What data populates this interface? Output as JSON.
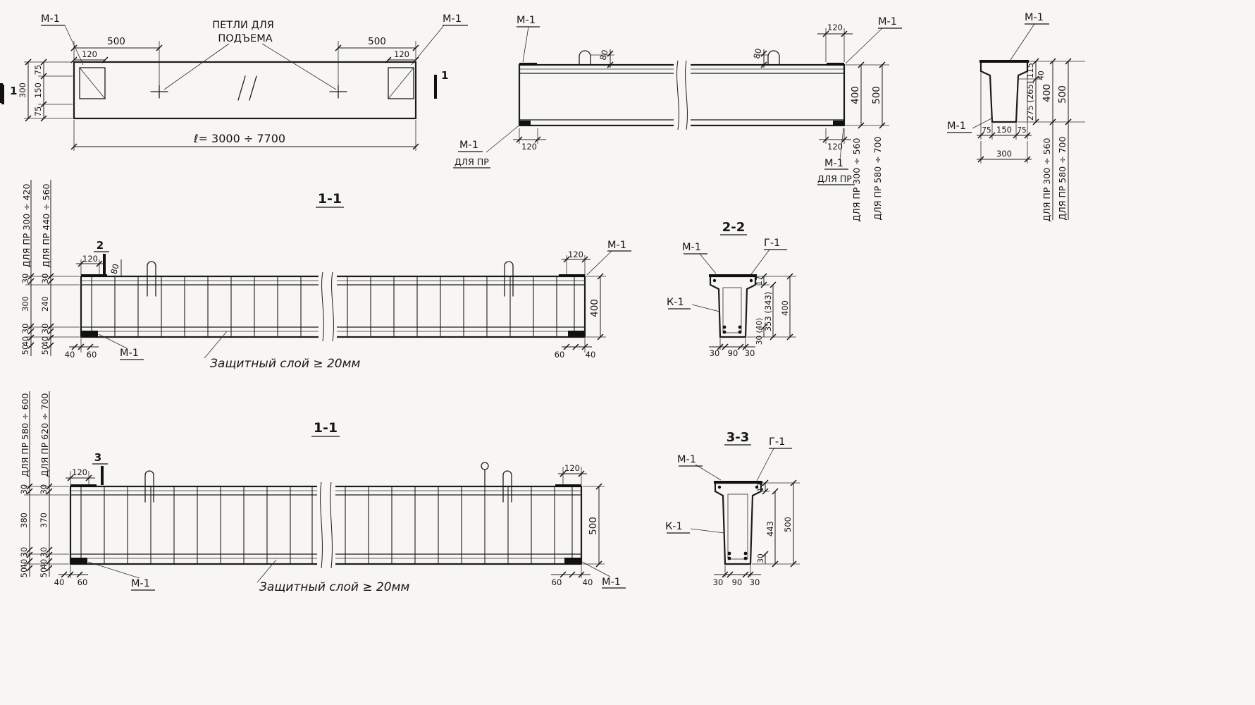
{
  "common": {
    "m1": "М-1",
    "g1": "Г-1",
    "k1": "К-1",
    "dlya_pr": "ДЛЯ ПР",
    "cover_note": "Защитный слой ≥ 20мм"
  },
  "plan": {
    "dim_500_left": "500",
    "dim_120_left": "120",
    "loops_label_line1": "ПЕТЛИ ДЛЯ",
    "loops_label_line2": "ПОДЪЕМА",
    "dim_500_right": "500",
    "dim_120_right": "120",
    "dim_75_top": "75",
    "dim_150": "150",
    "dim_75_bottom": "75",
    "dim_300": "300",
    "length_dim": "ℓ= 3000 ÷ 7700",
    "section_mark_left": "1",
    "section_mark_right": "1"
  },
  "elevation": {
    "dim_80_left": "80",
    "dim_80_right": "80",
    "dim_120_top": "120",
    "dim_120_bottom_left": "120",
    "dim_120_bottom_right": "120",
    "dim_400": "400",
    "dim_500": "500",
    "range_400": "ДЛЯ ПР 300 ÷ 560",
    "range_500": "ДЛЯ ПР 580 ÷ 700"
  },
  "end_section": {
    "dim_115": "115",
    "dim_40": "40",
    "dim_275": "275 (265)",
    "dim_400": "400",
    "dim_500": "500",
    "dim_75_left": "75",
    "dim_150": "150",
    "dim_75_right": "75",
    "dim_300": "300",
    "range_400": "ДЛЯ ПР 300 ÷ 560",
    "range_500": "ДЛЯ ПР 580 ÷ 700"
  },
  "section_1_1_top": {
    "title": "1-1",
    "cut_flag": "2",
    "dim_120_left": "120",
    "dim_80": "80",
    "dim_120_right": "120",
    "dim_400": "400",
    "range_a": "ДЛЯ ПР 300 ÷ 420",
    "range_b": "ДЛЯ ПР 440 ÷ 560",
    "chain_a": [
      "30",
      "300",
      "30",
      "40",
      "50"
    ],
    "chain_b": [
      "30",
      "240",
      "30",
      "40",
      "50"
    ],
    "dim_40_left": "40",
    "dim_60_left": "60",
    "dim_60_right": "60",
    "dim_40_right": "40"
  },
  "section_2_2": {
    "title": "2-2",
    "dim_17": "17",
    "dim_353": "353 (343)",
    "dim_400": "400",
    "dim_30_bottom": "30 (40)",
    "dim_30_left": "30",
    "dim_90": "90",
    "dim_30_right": "30"
  },
  "section_1_1_bottom": {
    "title": "1-1",
    "cut_flag": "3",
    "dim_120_left": "120",
    "dim_120_right": "120",
    "dim_500": "500",
    "range_a": "ДЛЯ ПР 580 ÷ 600",
    "range_b": "ДЛЯ ПР 620 ÷ 700",
    "chain_a": [
      "30",
      "380",
      "30",
      "40",
      "50"
    ],
    "chain_b": [
      "30",
      "370",
      "30",
      "40",
      "50"
    ],
    "dim_40_left": "40",
    "dim_60_left": "60",
    "dim_60_right": "60",
    "dim_40_right": "40"
  },
  "section_3_3": {
    "title": "3-3",
    "dim_17": "17",
    "dim_443": "443",
    "dim_500": "500",
    "dim_30_bottom": "30",
    "dim_30_left": "30",
    "dim_90": "90",
    "dim_30_right": "30"
  }
}
